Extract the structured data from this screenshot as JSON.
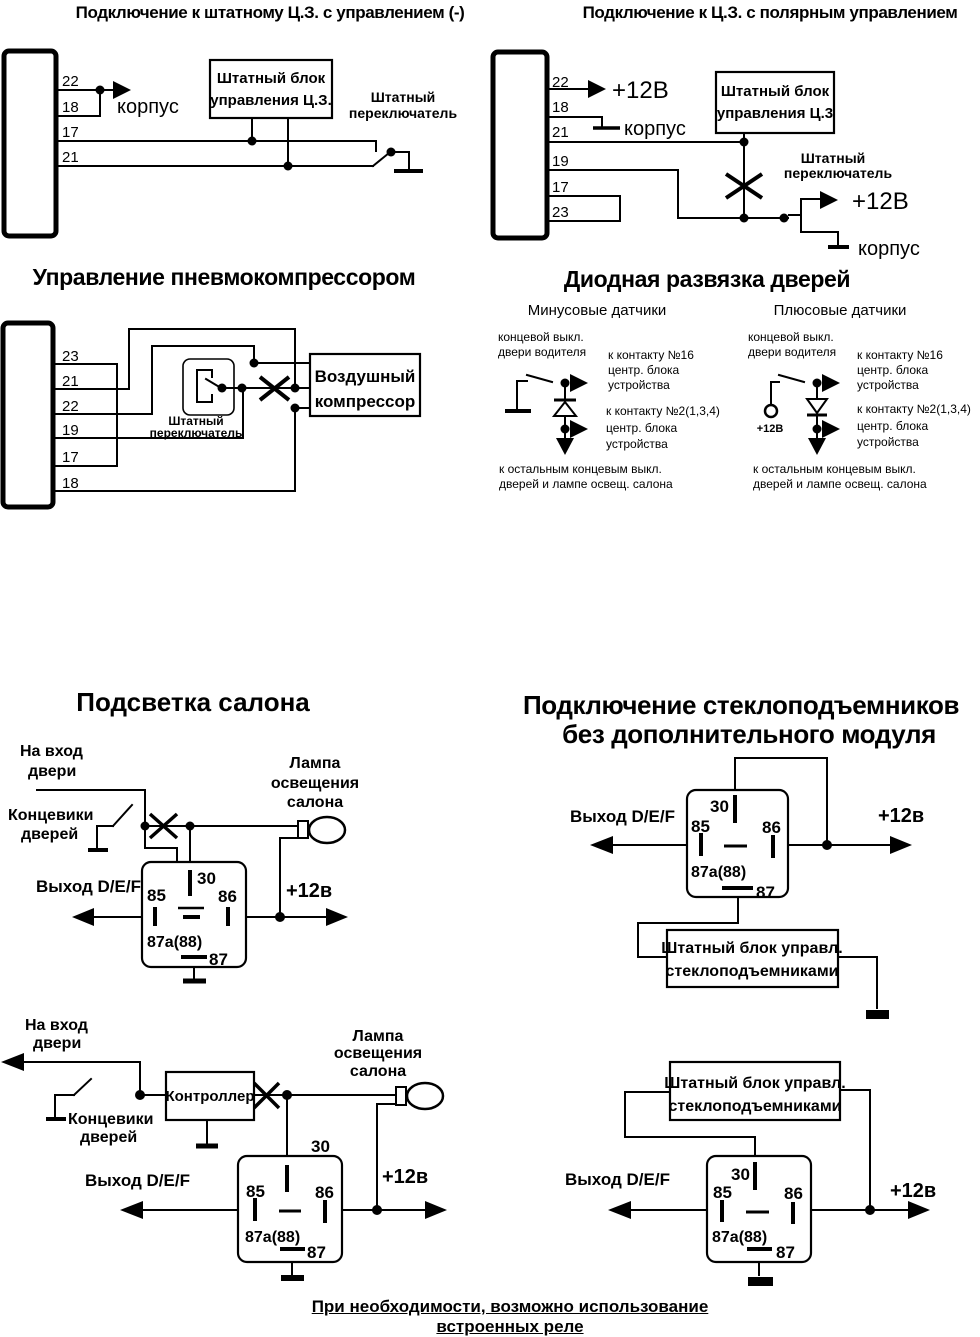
{
  "colors": {
    "ink": "#000000",
    "paper": "#ffffff"
  },
  "tl": {
    "title": "Подключение  к штатному Ц.З.  с управлением (-)",
    "pins": [
      "22",
      "18",
      "17",
      "21"
    ],
    "korpus": "корпус",
    "ecu1": "Штатный блок",
    "ecu2": "управления Ц.З.",
    "sw1": "Штатный",
    "sw2": "переключатель"
  },
  "tr": {
    "title": "Подключение к  Ц.З.  с  полярным управлением",
    "pins": [
      "22",
      "18",
      "21",
      "19",
      "17",
      "23"
    ],
    "v12_top": "+12В",
    "korpus_top": "корпус",
    "ecu1": "Штатный блок",
    "ecu2": "управления Ц.3",
    "sw1": "Штатный",
    "sw2": "переключатель",
    "v12_bot": "+12В",
    "korpus_bot": "корпус"
  },
  "ml": {
    "title": "Управление пневмокомпрессором",
    "pins": [
      "23",
      "21",
      "22",
      "19",
      "17",
      "18"
    ],
    "sw1": "Штатный",
    "sw2": "переключатель",
    "comp1": "Воздушный",
    "comp2": "компрессор"
  },
  "mr": {
    "title": "Диодная развязка дверей",
    "minus_header": "Минусовые датчики",
    "plus_header": "Плюсовые датчики",
    "door1": "концевой выкл.",
    "door2": "двери водителя",
    "k16": [
      "к контакту №16",
      "центр. блока",
      "устройства"
    ],
    "k2": [
      "к контакту №2(1,3,4)",
      "центр. блока",
      "устройства"
    ],
    "rest1": "к остальным концевым выкл.",
    "rest2_minus": "дверей и лампе освещ. салона",
    "rest2_plus": "дверей и лампе освещ.  салона",
    "v12": "+12В"
  },
  "bl": {
    "title": "Подсветка   салона",
    "c1": {
      "in1": "На вход",
      "in2": "двери",
      "end1": "Концевики",
      "end2": "дверей",
      "lamp": [
        "Лампа",
        "освещения",
        "салона"
      ],
      "out": "Выход D/E/F",
      "v12": "+12в",
      "relay": {
        "p30": "30",
        "p85": "85",
        "p86": "86",
        "p87a": "87а(88)",
        "p87": "87"
      }
    },
    "c2": {
      "in1": "На вход",
      "in2": "двери",
      "end1": "Концевики",
      "end2": "дверей",
      "controller": "Контроллер",
      "lamp": [
        "Лампа",
        "освещения",
        "салона"
      ],
      "out": "Выход D/E/F",
      "v12": "+12в",
      "relay": {
        "p30": "30",
        "p85": "85",
        "p86": "86",
        "p87a": "87а(88)",
        "p87": "87"
      }
    }
  },
  "br": {
    "title1": "Подключение стеклоподъемников",
    "title2": "без дополнительного модуля",
    "c1": {
      "out": "Выход D/E/F",
      "v12": "+12в",
      "unit1": "Штатный блок управл.",
      "unit2": "стеклоподъемниками",
      "relay": {
        "p30": "30",
        "p85": "85",
        "p86": "86",
        "p87a": "87а(88)",
        "p87": "87"
      }
    },
    "c2": {
      "out": "Выход D/E/F",
      "v12": "+12в",
      "unit1": "Штатный блок управл.",
      "unit2": "стеклоподъемниками",
      "relay": {
        "p30": "30",
        "p85": "85",
        "p86": "86",
        "p87a": "87а(88)",
        "p87": "87"
      }
    }
  },
  "footer": {
    "line1": "При необходимости, возможно использование",
    "line2": "встроенных реле"
  }
}
